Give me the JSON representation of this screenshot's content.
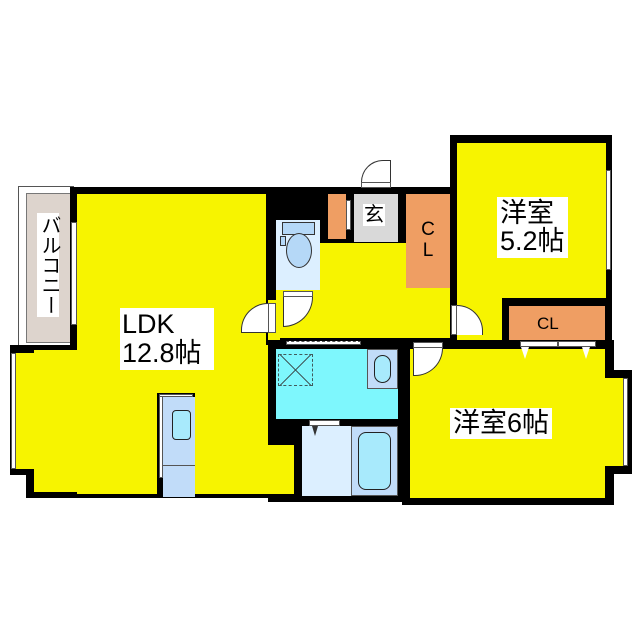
{
  "floorplan": {
    "rooms": {
      "ldk": {
        "name": "LDK",
        "size": "12.8帖"
      },
      "western_room_1": {
        "name": "洋室",
        "size": "5.2帖"
      },
      "western_room_2": {
        "label": "洋室6帖"
      },
      "entrance": {
        "label": "玄"
      },
      "balcony": {
        "label": "バルコニー"
      },
      "closet_1": {
        "label_line1": "C",
        "label_line2": "L"
      },
      "closet_2": {
        "label": "CL"
      }
    },
    "colors": {
      "room_fill": "#f7f400",
      "closet_fill": "#ef9e63",
      "wet_area_fill": "#7ef7fd",
      "bath_toilet_fill": "#dcefff",
      "entrance_fill": "#d9d9d9",
      "balcony_fill": "#ddd4cd",
      "wall": "#000000"
    }
  }
}
